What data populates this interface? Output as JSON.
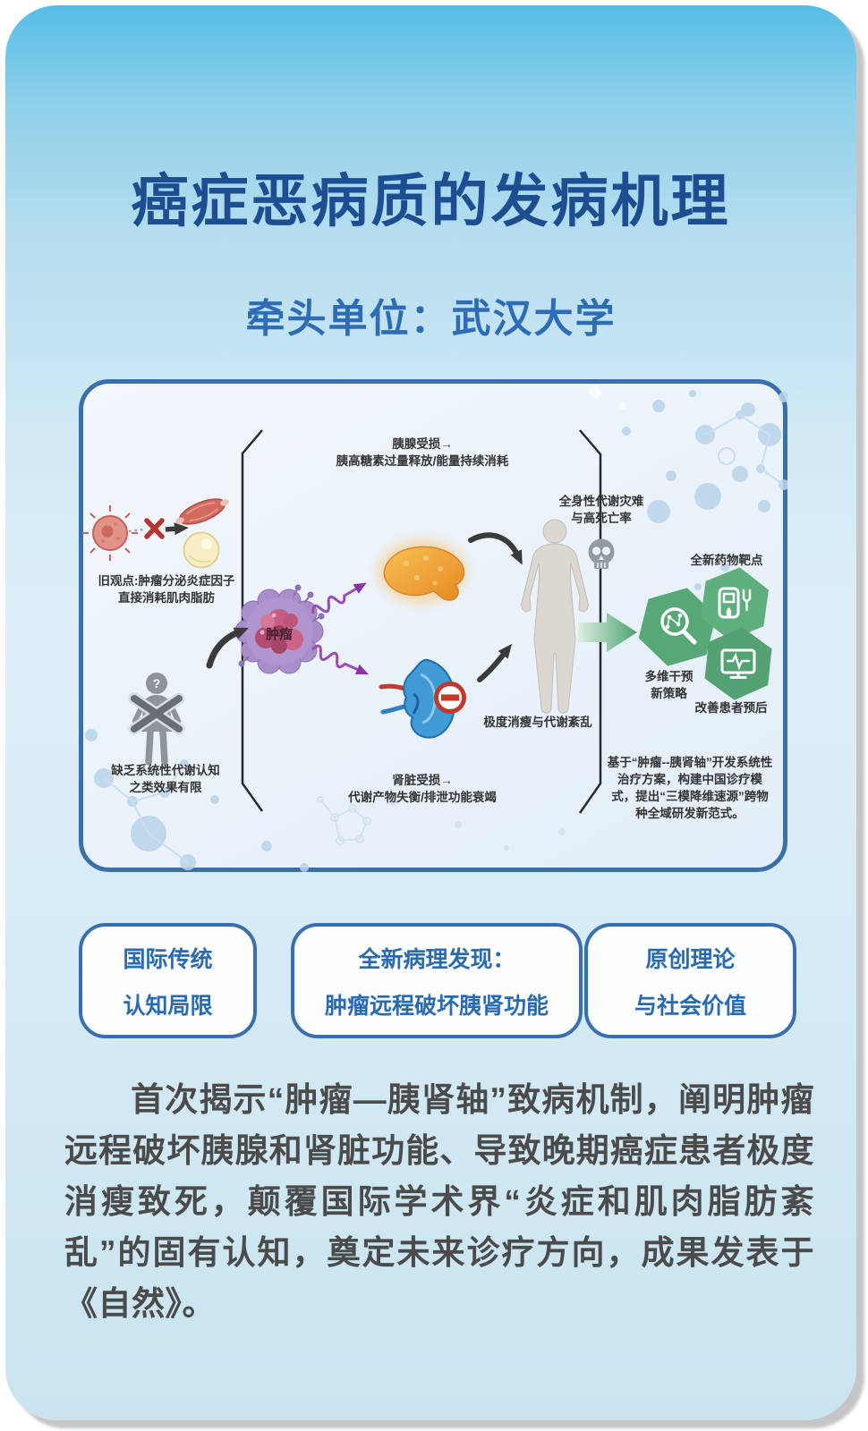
{
  "header": {
    "title": "癌症恶病质的发病机理",
    "subtitle": "牵头单位：武汉大学"
  },
  "diagram": {
    "old_view": {
      "line1": "旧观点:肿瘤分泌炎症因子",
      "line2": "直接消耗肌肉脂肪"
    },
    "lack_knowledge": {
      "line1": "缺乏系统性代谢认知",
      "line2": "之类效果有限",
      "question_mark": "?"
    },
    "tumor_label": "肿瘤",
    "pancreas_caption": {
      "line1": "胰腺受损→",
      "line2": "胰高糖素过量释放/能量持续消耗"
    },
    "kidney_caption": {
      "line1": "肾脏受损→",
      "line2": "代谢产物失衡/排泄功能衰竭"
    },
    "body_caption": "极度消瘦与代谢紊乱",
    "catastrophe": {
      "line1": "全身性代谢灾难",
      "line2": "与高死亡率"
    },
    "outcomes": {
      "drug_target": "全新药物靶点",
      "intervention_line1": "多维干预",
      "intervention_line2": "新策略",
      "prognosis": "改善患者预后"
    },
    "strategy_text": "基于“肿瘤--胰肾轴”开发系统性治疗方案，构建中国诊疗模式，提出“三模降维速源”跨物种全域研发新范式。"
  },
  "highlight_boxes": [
    {
      "line1": "国际传统",
      "line2": "认知局限"
    },
    {
      "line1": "全新病理发现：",
      "line2": "肿瘤远程破坏胰肾功能"
    },
    {
      "line1": "原创理论",
      "line2": "与社会价值"
    }
  ],
  "summary": "首次揭示“肿瘤—胰肾轴”致病机制，阐明肿瘤远程破坏胰腺和肾脏功能、导致晚期癌症患者极度消瘦致死，颠覆国际学术界“炎症和肌肉脂肪紊乱”的固有认知，奠定未来诊疗方向，成果发表于《自然》。",
  "colors": {
    "title_blue": "#1d4e92",
    "accent_blue": "#2e6db6",
    "panel_border_blue": "#3a6fae",
    "solution_green": "#57a877",
    "warning_red": "#b5362e",
    "signal_purple": "#9b4bb5"
  }
}
